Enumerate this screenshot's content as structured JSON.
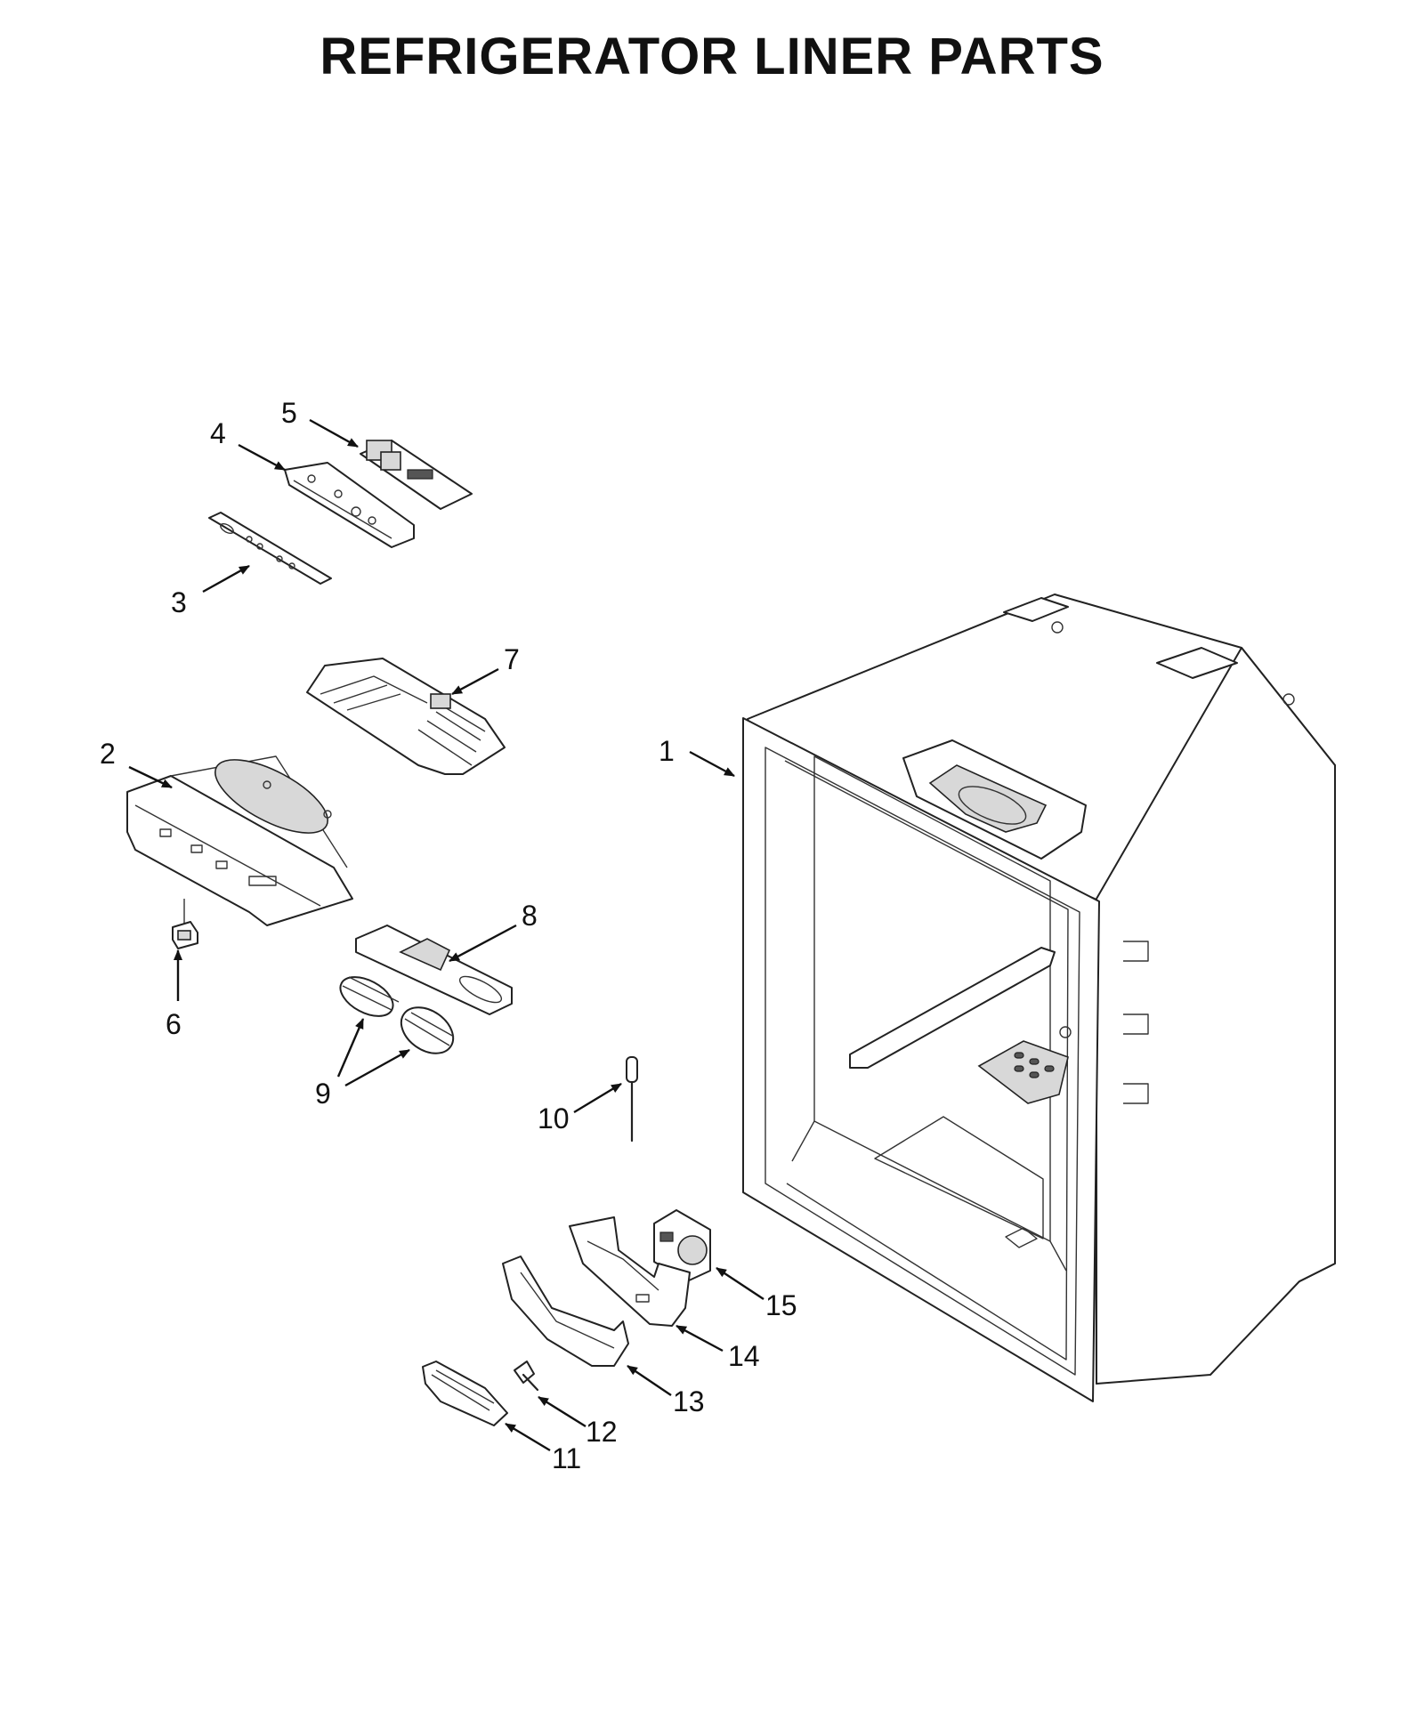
{
  "title": "REFRIGERATOR LINER PARTS",
  "callouts": [
    "1",
    "2",
    "3",
    "4",
    "5",
    "6",
    "7",
    "8",
    "9",
    "10",
    "11",
    "12",
    "13",
    "14",
    "15"
  ]
}
